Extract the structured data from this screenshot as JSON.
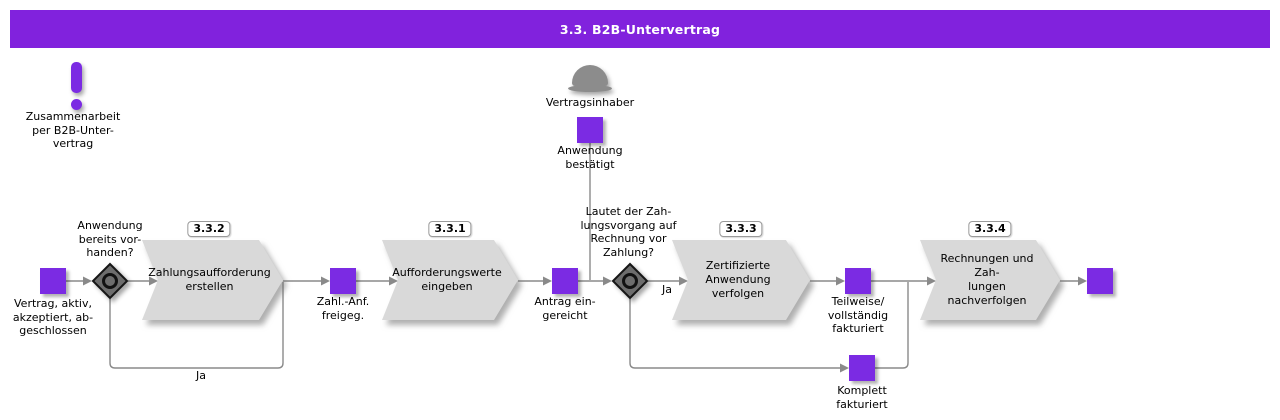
{
  "title": "3.3. B2B-Untervertrag",
  "note": {
    "label": "Zusammenarbeit\nper B2B-Unter-\nvertrag"
  },
  "role": {
    "label": "Vertragsinhaber"
  },
  "events": {
    "confirmed": {
      "label": "Anwendung\nbestätigt"
    },
    "start": {
      "label": "Vertrag, aktiv,\nakzeptiert, ab-\ngeschlossen"
    },
    "payment_request_released": {
      "label": "Zahl.-Anf.\nfreigeg."
    },
    "request_submitted": {
      "label": "Antrag ein-\ngereicht"
    },
    "partially_invoiced": {
      "label": "Teilweise/\nvollständig\nfakturiert"
    },
    "fully_invoiced": {
      "label": "Komplett\nfakturiert"
    }
  },
  "gateways": {
    "g1": {
      "question": "Anwendung\nbereits vor-\nhanden?",
      "yes_label": "Ja"
    },
    "g2": {
      "question": "Lautet der Zah-\nlungsvorgang auf\nRechnung vor\nZahlung?",
      "yes_label": "Ja"
    }
  },
  "activities": [
    {
      "badge": "3.3.2",
      "label": "Zahlungsaufforderung\nerstellen"
    },
    {
      "badge": "3.3.1",
      "label": "Aufforderungswerte\neingeben"
    },
    {
      "badge": "3.3.3",
      "label": "Zertifizierte Anwendung\nverfolgen"
    },
    {
      "badge": "3.3.4",
      "label": "Rechnungen und Zah-\nlungen nachverfolgen"
    }
  ],
  "colors": {
    "header_bg": "#8122DD",
    "header_text": "#FFFFFF",
    "event_fill": "#7B2BE3",
    "activity_fill": "#D9D9D9",
    "gateway_fill": "#6D6D6D",
    "connector": "#8A8A8A",
    "icon_gray": "#8C8C8C",
    "text": "#000000"
  }
}
